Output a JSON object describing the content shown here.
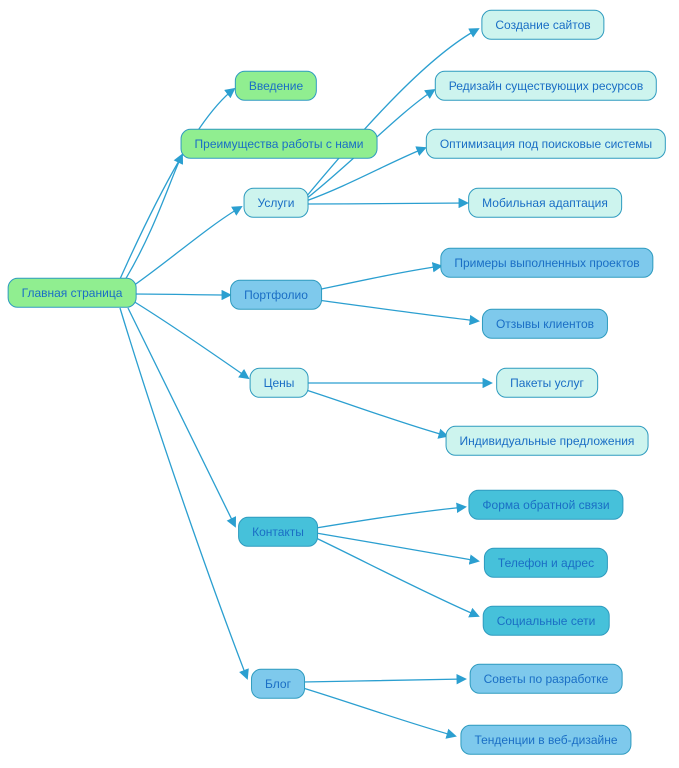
{
  "palette": {
    "green": "#90ee90",
    "cyan": "#cdf4ee",
    "blue": "#7ec9ec",
    "teal": "#46c1da",
    "border": "#2e9bbf",
    "edge": "#2b9fd0",
    "text": "#1a6ec5",
    "bg": "#ffffff"
  },
  "nodes": [
    {
      "id": "home",
      "label": "Главная страница",
      "fill": "green"
    },
    {
      "id": "intro",
      "label": "Введение",
      "fill": "green"
    },
    {
      "id": "benefits",
      "label": "Преимущества работы с нами",
      "fill": "green"
    },
    {
      "id": "services",
      "label": "Услуги",
      "fill": "cyan"
    },
    {
      "id": "portfolio",
      "label": "Портфолио",
      "fill": "blue"
    },
    {
      "id": "prices",
      "label": "Цены",
      "fill": "cyan"
    },
    {
      "id": "contacts",
      "label": "Контакты",
      "fill": "teal"
    },
    {
      "id": "blog",
      "label": "Блог",
      "fill": "blue"
    },
    {
      "id": "site-creation",
      "label": "Создание сайтов",
      "fill": "cyan"
    },
    {
      "id": "redesign",
      "label": "Редизайн существующих ресурсов",
      "fill": "cyan"
    },
    {
      "id": "seo",
      "label": "Оптимизация под поисковые системы",
      "fill": "cyan"
    },
    {
      "id": "mobile",
      "label": "Мобильная адаптация",
      "fill": "cyan"
    },
    {
      "id": "examples",
      "label": "Примеры выполненных проектов",
      "fill": "blue"
    },
    {
      "id": "reviews",
      "label": "Отзывы клиентов",
      "fill": "blue"
    },
    {
      "id": "packages",
      "label": "Пакеты услуг",
      "fill": "cyan"
    },
    {
      "id": "individual",
      "label": "Индивидуальные предложения",
      "fill": "cyan"
    },
    {
      "id": "feedback-form",
      "label": "Форма обратной связи",
      "fill": "teal"
    },
    {
      "id": "phone",
      "label": "Телефон и адрес",
      "fill": "teal"
    },
    {
      "id": "social",
      "label": "Социальные сети",
      "fill": "teal"
    },
    {
      "id": "dev-tips",
      "label": "Советы по разработке",
      "fill": "blue"
    },
    {
      "id": "trends",
      "label": "Тенденции в веб-дизайне",
      "fill": "blue"
    }
  ],
  "edges": [
    {
      "from": "home",
      "to": "intro"
    },
    {
      "from": "home",
      "to": "benefits"
    },
    {
      "from": "home",
      "to": "services"
    },
    {
      "from": "home",
      "to": "portfolio"
    },
    {
      "from": "home",
      "to": "prices"
    },
    {
      "from": "home",
      "to": "contacts"
    },
    {
      "from": "home",
      "to": "blog"
    },
    {
      "from": "services",
      "to": "site-creation"
    },
    {
      "from": "services",
      "to": "redesign"
    },
    {
      "from": "services",
      "to": "seo"
    },
    {
      "from": "services",
      "to": "mobile"
    },
    {
      "from": "portfolio",
      "to": "examples"
    },
    {
      "from": "portfolio",
      "to": "reviews"
    },
    {
      "from": "prices",
      "to": "packages"
    },
    {
      "from": "prices",
      "to": "individual"
    },
    {
      "from": "contacts",
      "to": "feedback-form"
    },
    {
      "from": "contacts",
      "to": "phone"
    },
    {
      "from": "contacts",
      "to": "social"
    },
    {
      "from": "blog",
      "to": "dev-tips"
    },
    {
      "from": "blog",
      "to": "trends"
    }
  ]
}
